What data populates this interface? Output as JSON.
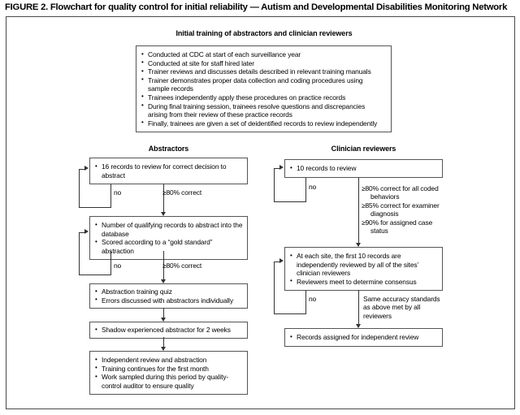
{
  "figure": {
    "title": "FIGURE 2. Flowchart for quality control for initial reliability — Autism and Developmental Disabilities Monitoring Network"
  },
  "intro": {
    "heading": "Initial training of abstractors and clinician reviewers",
    "items": [
      "Conducted at CDC at start of each surveillance year",
      "Conducted at site for staff hired later",
      "Trainer reviews and discusses details described in relevant training manuals",
      "Trainer demonstrates proper data collection and coding procedures using sample records",
      "Trainees independently apply these procedures on practice records",
      "During final training session, trainees resolve questions and discrepancies arising from their review of these practice records",
      "Finally, trainees are given a set of deidentified records to review independently"
    ]
  },
  "columns": {
    "abstractors": {
      "header": "Abstractors",
      "nodes": [
        {
          "id": "abs-node-1",
          "items": [
            "16 records to review for correct decision to abstract"
          ]
        },
        {
          "id": "abs-node-2",
          "items": [
            "Number of qualifying records to abstract into the database",
            "Scored according to a “gold standard” abstraction"
          ]
        },
        {
          "id": "abs-node-3",
          "items": [
            "Abstraction training quiz",
            "Errors discussed with abstractors individually"
          ]
        },
        {
          "id": "abs-node-4",
          "items": [
            "Shadow experienced abstractor for 2 weeks"
          ]
        },
        {
          "id": "abs-node-5",
          "items": [
            "Independent review and abstraction",
            "Training continues for the first month",
            "Work sampled during this period by quality-control auditor to ensure quality"
          ]
        }
      ],
      "edges": {
        "loop_1_label": "no",
        "pass_1_label": "≥80% correct",
        "loop_2_label": "no",
        "pass_2_label": "≥80% correct"
      }
    },
    "clinician_reviewers": {
      "header": "Clinician reviewers",
      "nodes": [
        {
          "id": "cln-node-1",
          "items": [
            "10 records to review"
          ]
        },
        {
          "id": "cln-node-2",
          "items": [
            "At each site, the first 10 records are independently reviewed by all of the sites’ clinician reviewers",
            "Reviewers meet to determine consensus"
          ]
        },
        {
          "id": "cln-node-3",
          "items": [
            "Records assigned for independent review"
          ]
        }
      ],
      "edges": {
        "loop_1_label": "no",
        "pass_1_criteria": [
          "≥80% correct for all coded behaviors",
          "≥85% correct for examiner diagnosis",
          "≥90% for assigned case status"
        ],
        "loop_2_label": "no",
        "pass_2_label": "Same accuracy standards as above met by all reviewers"
      }
    }
  }
}
